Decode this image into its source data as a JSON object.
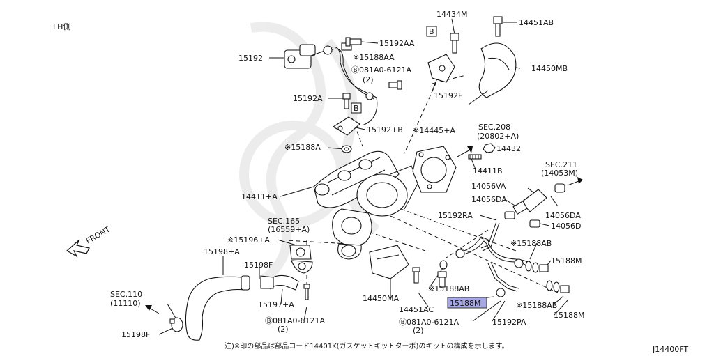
{
  "header": {
    "side_label": "LH側"
  },
  "front_label": "FRONT",
  "footnote": "注)※印の部品は部品コード14401K(ガスケットキットターボ)のキットの構成を示します。",
  "diagram_code": "J14400FT",
  "boxed_ref": "B",
  "highlight_color": "#a7a7e6",
  "labels": {
    "p14434M": "14434M",
    "p14451AB": "14451AB",
    "p15192AA": "15192AA",
    "p15188AA": "※15188AA",
    "p15192": "15192",
    "p081A0_top": "Ⓑ081A0-6121A",
    "p081A0_top_qty": "(2)",
    "p14450MB": "14450MB",
    "p15192A": "15192A",
    "p15192E": "15192E",
    "p15192B": "15192+B",
    "p14445A": "※14445+A",
    "sec208": "SEC.208",
    "sec208_sub": "(20802+A)",
    "p15188A": "※15188A",
    "p14432": "14432",
    "p14411B": "14411B",
    "sec211": "SEC.211",
    "sec211_sub": "(14053M)",
    "p14056VA": "14056VA",
    "p14411A": "14411+A",
    "p14056DA_l": "14056DA",
    "p14056DA_r": "14056DA",
    "p14056D": "14056D",
    "p15192RA": "15192RA",
    "sec165": "SEC.165",
    "sec165_sub": "(16559+A)",
    "p15196A": "※15196+A",
    "p15188AB_top": "※15188AB",
    "p15198A": "15198+A",
    "p15198F_mid": "15198F",
    "p15188M_r1": "15188M",
    "p15188AB_mid": "※15188AB",
    "p14450MA": "14450MA",
    "p15188M_hl": "15188M",
    "p15188AB_r": "※15188AB",
    "sec110": "SEC.110",
    "sec110_sub": "(11110)",
    "p15197A": "15197+A",
    "p14451AC": "14451AC",
    "p15188M_r2": "15188M",
    "p081A0_left": "Ⓑ081A0-6121A",
    "p081A0_left_qty": "(2)",
    "p081A0_bot": "Ⓑ081A0-6121A",
    "p081A0_bot_qty": "(2)",
    "p15192PA": "15192PA",
    "p15198F_bot": "15198F"
  }
}
